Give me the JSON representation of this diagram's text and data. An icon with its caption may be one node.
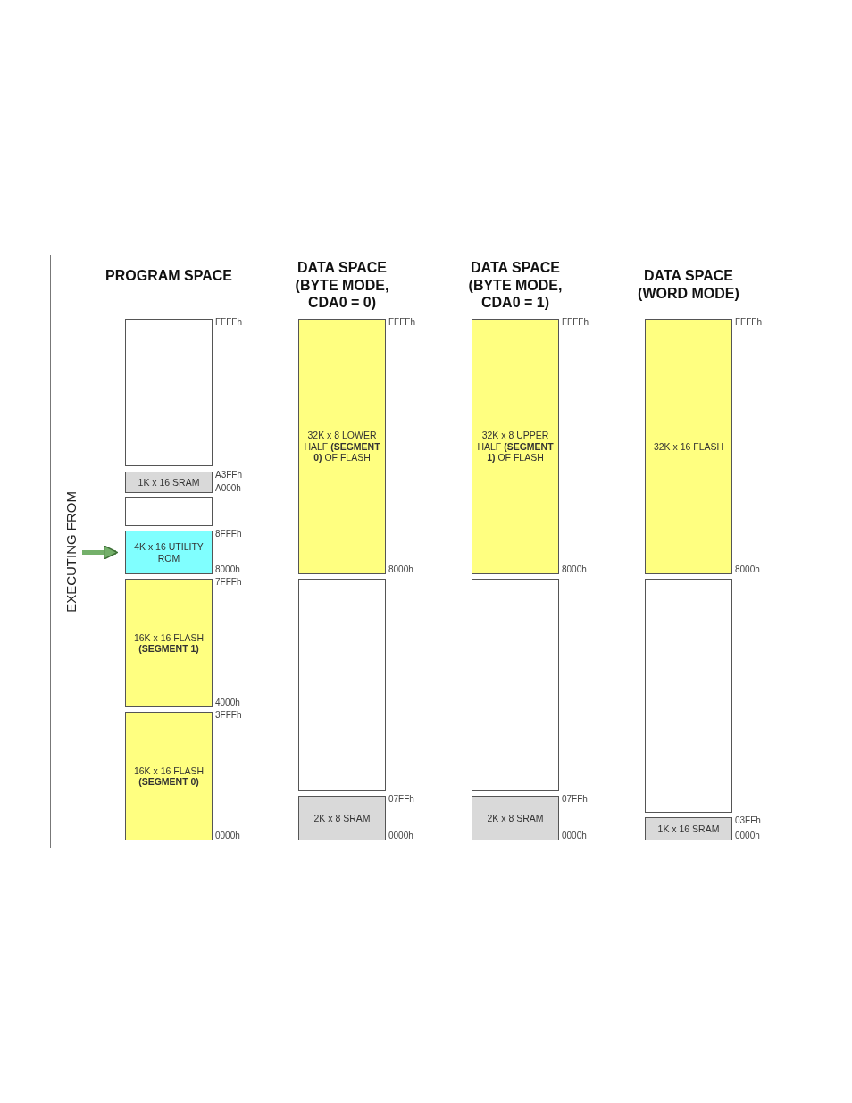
{
  "diagram": {
    "nodes": [
      {
        "text": [
          "EXECUTING FROM"
        ]
      },
      {
        "text": [],
        "shape": "box",
        "beside": [
          "FFFFh"
        ]
      },
      {
        "text": [
          "1K x 16 SRAM"
        ],
        "beside": [
          "A3FFh",
          "A000h"
        ]
      },
      {
        "text": [],
        "shape": "box"
      },
      {
        "text": [
          "4K x 16 UTILITY ROM"
        ],
        "beside": [
          "8FFFh",
          "8000h"
        ]
      },
      {
        "text": [
          "16K x 16 FLASH **(SEGMENT 1)**"
        ],
        "beside": [
          "7FFFh",
          "4000h"
        ]
      },
      {
        "text": [
          "16K x 16 FLASH **(SEGMENT 0)**"
        ],
        "beside": [
          "3FFFh",
          "0000h"
        ]
      },
      {
        "text": [
          "32K x 8 LOWER HALF **(SEGMENT 0)** OF FLASH"
        ],
        "beside": [
          "FFFFh",
          "8000h"
        ]
      },
      {
        "text": [],
        "shape": "box"
      },
      {
        "text": [
          "2K x 8 SRAM"
        ],
        "beside": [
          "07FFh",
          "0000h"
        ]
      },
      {
        "text": [
          "32K x 8 UPPER HALF **(SEGMENT 1)** OF FLASH"
        ],
        "beside": [
          "FFFFh",
          "8000h"
        ]
      },
      {
        "text": [],
        "shape": "box"
      },
      {
        "text": [
          "2K x 8 SRAM"
        ],
        "beside": [
          "07FFh",
          "0000h"
        ]
      },
      {
        "text": [
          "32K x 16 FLASH"
        ],
        "beside": [
          "FFFFh",
          "8000h"
        ]
      },
      {
        "text": [],
        "shape": "box"
      },
      {
        "text": [
          "1K x 16 SRAM"
        ],
        "beside": [
          "03FFh",
          "0000h"
        ]
      }
    ],
    "edges": [
      {
        "from": 0,
        "to": 4,
        "arrow": "to"
      }
    ],
    "labels": [
      "PROGRAM SPACE",
      "DATA SPACE (BYTE MODE, CDA0 = 0)",
      "DATA SPACE (BYTE MODE, CDA0 = 1)",
      "DATA SPACE (WORD MODE)"
    ]
  }
}
